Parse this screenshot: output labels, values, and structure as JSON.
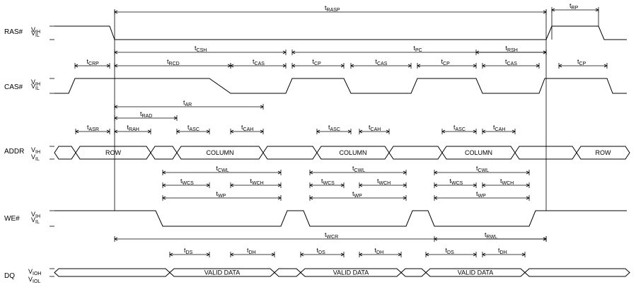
{
  "signals": {
    "ras": "RAS#",
    "cas": "CAS#",
    "addr": "ADDR",
    "we": "WE#",
    "dq": "DQ"
  },
  "levels": {
    "vih": "V",
    "vih_sub": "IH",
    "vil": "V",
    "vil_sub": "IL",
    "vioh": "V",
    "vioh_sub": "IOH",
    "viol": "V",
    "viol_sub": "IOL"
  },
  "boxes": {
    "row": "ROW",
    "column": "COLUMN",
    "valid_data": "VALID DATA"
  },
  "timing": {
    "t": "t",
    "rasp": "RASP",
    "rp": "RP",
    "csh": "CSH",
    "pc": "PC",
    "rsh": "RSH",
    "crp": "CRP",
    "rcd": "RCD",
    "cas": "CAS",
    "cp": "CP",
    "ar": "AR",
    "rad": "RAD",
    "asr": "ASR",
    "rah": "RAH",
    "asc": "ASC",
    "cah": "CAH",
    "cwl": "CWL",
    "wcs": "WCS",
    "wch": "WCH",
    "wp": "WP",
    "wcr": "WCR",
    "rwl": "RWL",
    "ds": "DS",
    "dh": "DH"
  }
}
